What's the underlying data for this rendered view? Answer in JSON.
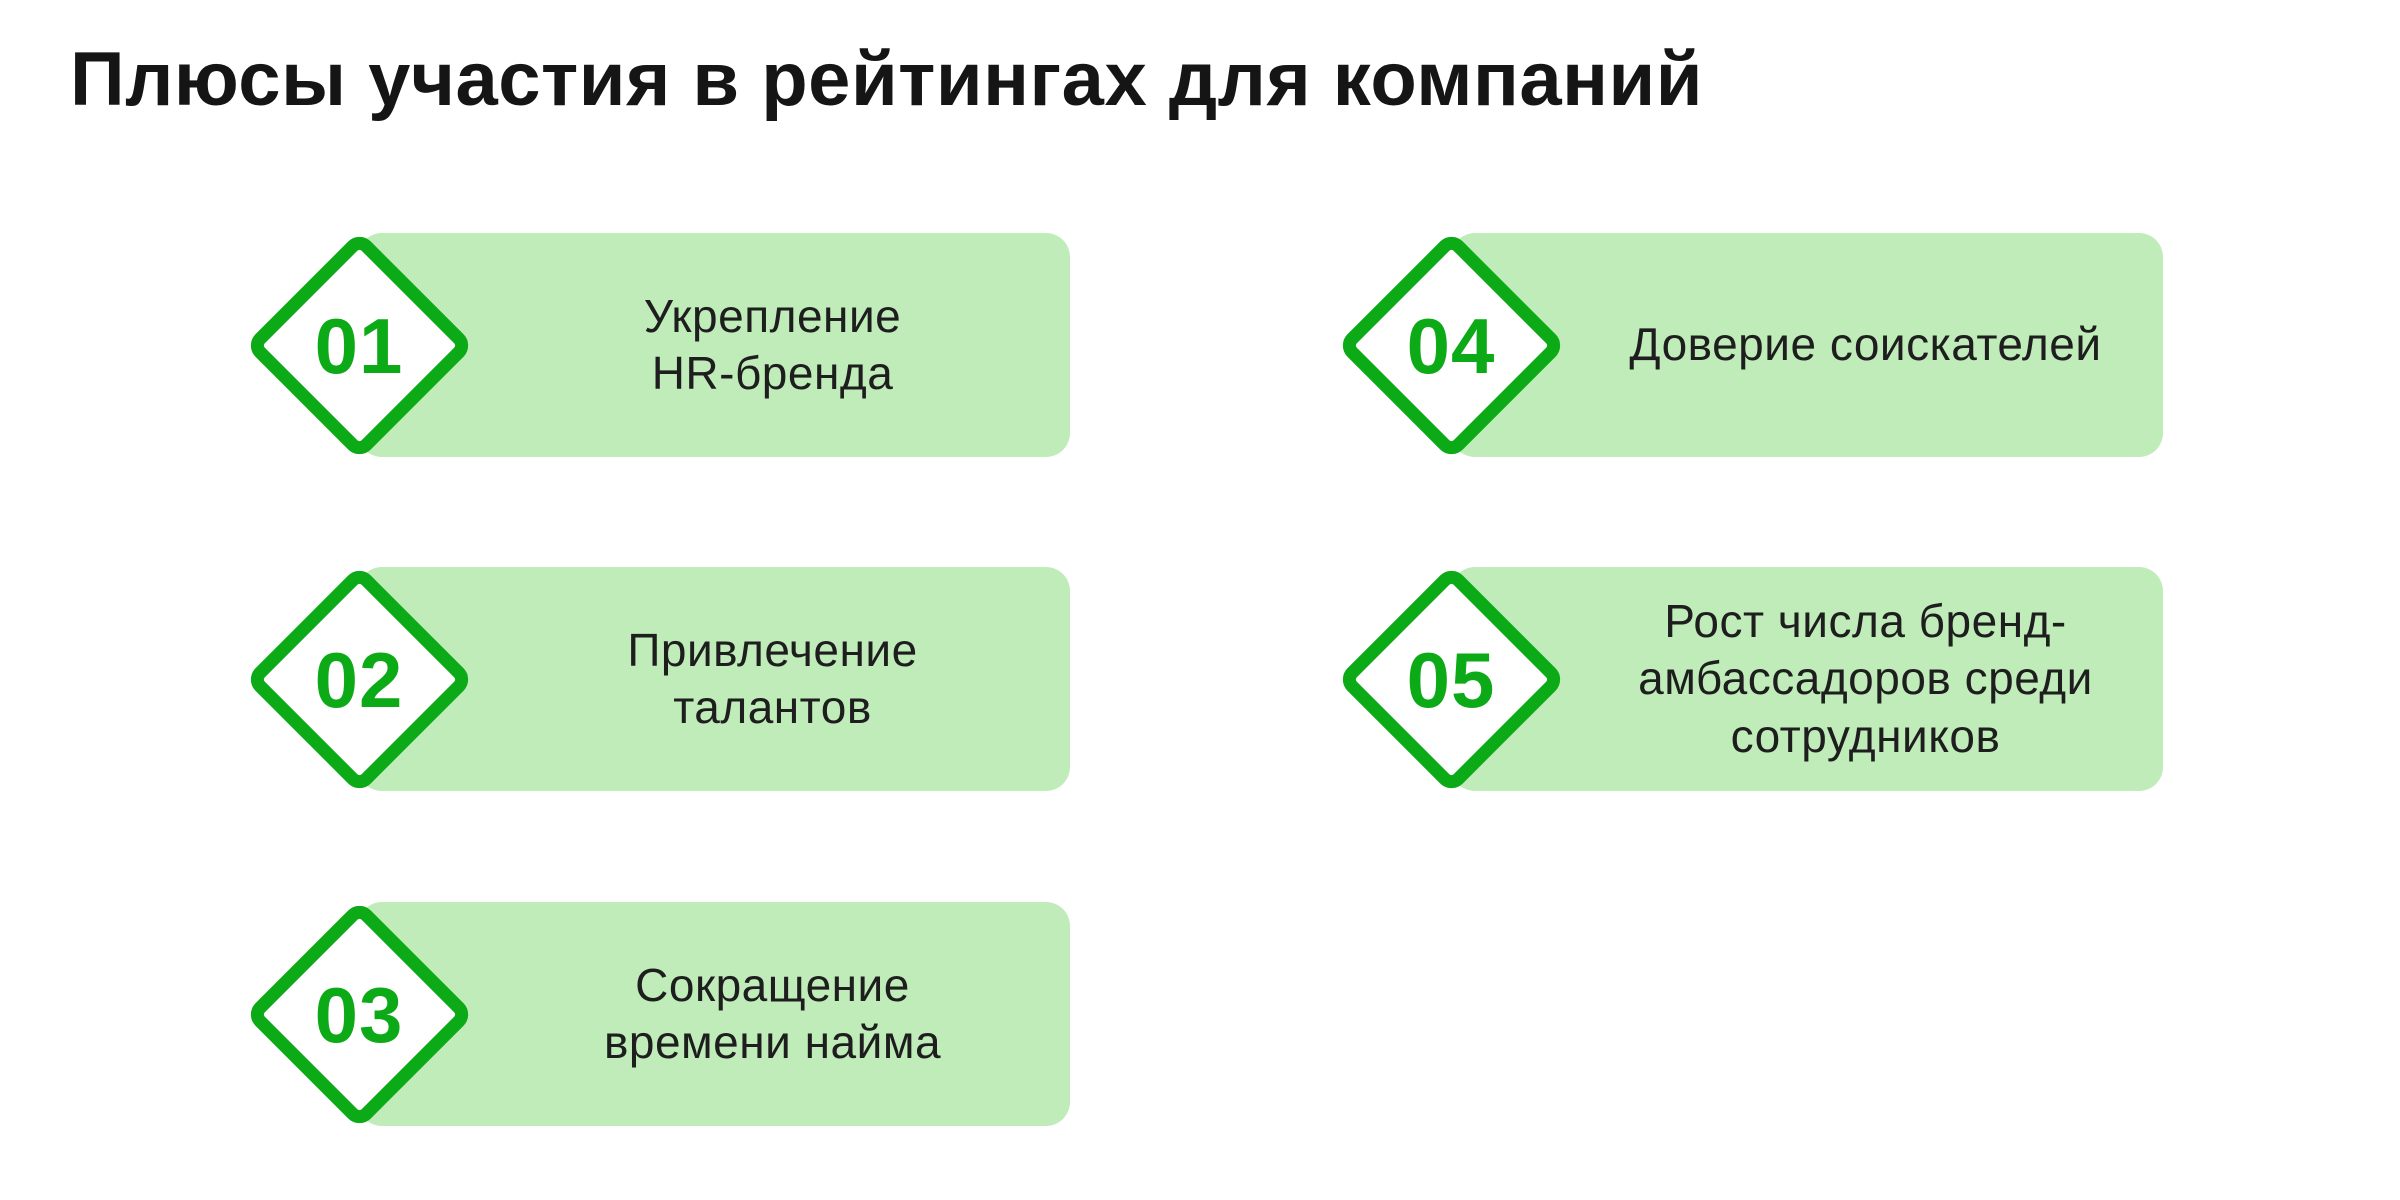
{
  "page": {
    "title": "Плюсы участия в рейтингах для компаний"
  },
  "colors": {
    "accent_green": "#0DAA17",
    "light_green": "#BFECB9",
    "text_dark": "#1E1E1E",
    "title_color": "#151515"
  },
  "items": [
    {
      "number": "01",
      "text": "Укрепление\nHR-бренда"
    },
    {
      "number": "02",
      "text": "Привлечение\nталантов"
    },
    {
      "number": "03",
      "text": "Сокращение\nвремени найма"
    },
    {
      "number": "04",
      "text": "Доверие соискателей"
    },
    {
      "number": "05",
      "text": "Рост числа бренд-\nамбассадоров среди\nсотрудников"
    }
  ]
}
